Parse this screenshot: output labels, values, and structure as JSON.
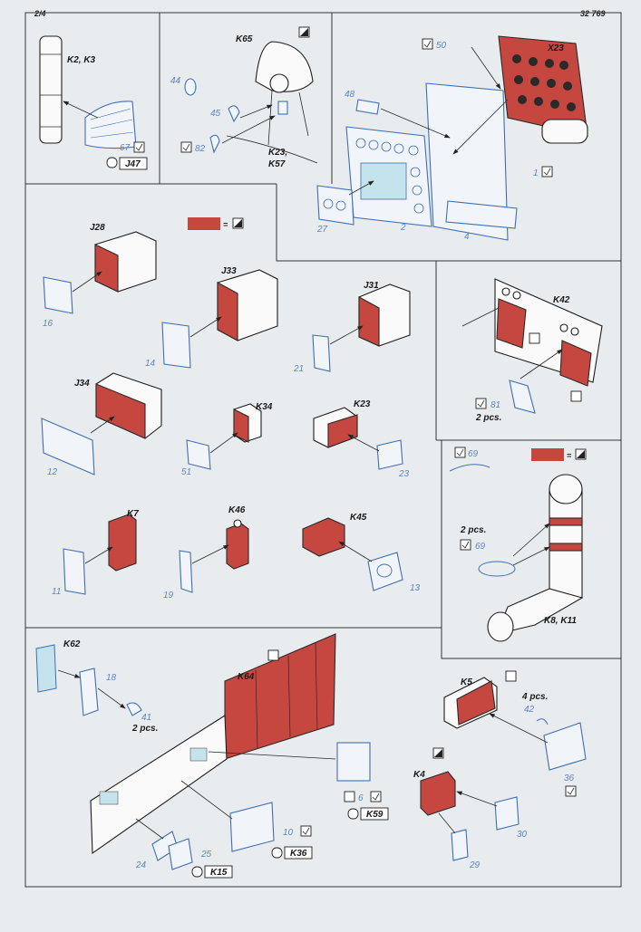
{
  "header": {
    "page": "2/4",
    "code": "32 769"
  },
  "colors": {
    "red_fill": "#c6473f",
    "etch_blue": "#3e6fb8",
    "ink": "#222222",
    "paper": "#e9ecef"
  },
  "icons": {
    "bend": "bend-check-icon",
    "fold": "fold-corner-icon",
    "remove": "remove-part-icon"
  },
  "labels": {
    "k2k3": "K2, K3",
    "p67": "67",
    "j47": "J47",
    "k65": "K65",
    "p44": "44",
    "p45": "45",
    "p82": "82",
    "k23k57a": "K23,",
    "k23k57b": "K57",
    "p48": "48",
    "p50": "50",
    "x23": "X23",
    "p1": "1",
    "p27": "27",
    "p2": "2",
    "p4": "4",
    "j28": "J28",
    "p16": "16",
    "j33": "J33",
    "p14": "14",
    "j31": "J31",
    "p21": "21",
    "k42": "K42",
    "p81": "81",
    "pcs81": "2 pcs.",
    "j34": "J34",
    "p12": "12",
    "k34": "K34",
    "p51": "51",
    "k23": "K23",
    "p23": "23",
    "p69a": "69",
    "pcs69": "2 pcs.",
    "p69b": "69",
    "k8k11": "K8, K11",
    "k7": "K7",
    "p11": "11",
    "k46": "K46",
    "p19": "19",
    "k45": "K45",
    "p13": "13",
    "k62": "K62",
    "p18": "18",
    "p41": "41",
    "pcs41": "2 pcs.",
    "k64": "K64",
    "p6": "6",
    "k59": "K59",
    "p10": "10",
    "k36": "K36",
    "p24": "24",
    "p25": "25",
    "k15": "K15",
    "k5": "K5",
    "pcs42": "4 pcs.",
    "p42": "42",
    "p36": "36",
    "k4": "K4",
    "p30": "30",
    "p29": "29"
  }
}
